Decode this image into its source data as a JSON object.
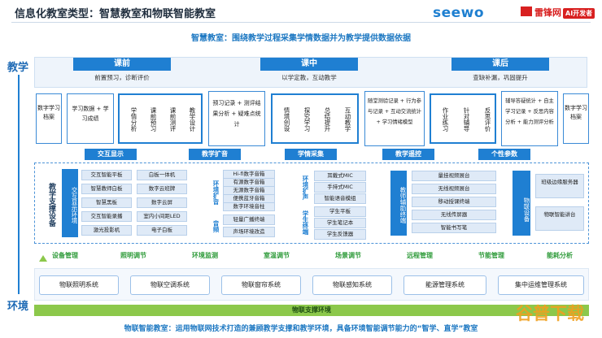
{
  "header": {
    "title": "信息化教室类型：智慧教室和物联智能教室",
    "brand_seewo": "seewo",
    "brand_leifeng": "雷锋网",
    "brand_leifeng_badge": "AI开发者"
  },
  "smart_subtitle": "智慧教室：围绕教学过程采集学情数据并为教学提供数据依据",
  "side_labels": {
    "teaching": "教学",
    "environment": "环境"
  },
  "phases": [
    {
      "name": "课前",
      "desc": "前置预习，诊断评价"
    },
    {
      "name": "课中",
      "desc": "以学定教，互动教学"
    },
    {
      "name": "课后",
      "desc": "查缺补漏，巩固提升"
    }
  ],
  "flow": {
    "data_left": "数字学习档案",
    "pre_small": "学习数据 + 学习成绩",
    "pre_items": [
      "学情分析",
      "课前预习",
      "课前测评",
      "教学设计"
    ],
    "mid_small": "预习记录 + 测评结果分析 + 疑难点统计",
    "mid_items": [
      "情境创设",
      "探究学习",
      "总结提升",
      "互动教学"
    ],
    "post_small": "随堂测验记录 + 行为参与记录 + 互动交流统计 + 学习情绪模型",
    "post_items": [
      "作业练习",
      "针对辅导",
      "反思评价"
    ],
    "post_small2": "辅导答疑统计 + 自主学习记录 + 反思内容分析 + 能力测评分析",
    "data_right": "数字学习档案"
  },
  "tags": [
    "交互显示",
    "教学扩音",
    "学情采集",
    "教学遥控",
    "个性参数"
  ],
  "support": {
    "title": "教学支撑设备",
    "interactive": {
      "label": "交互显示环境",
      "col1": [
        "交互智能平板",
        "智慧教师白板",
        "智慧黑板",
        "交互智能录播",
        "激光投影机"
      ],
      "col2": [
        "白板一体机",
        "数字云班牌",
        "数字云屏",
        "室内小间距LED",
        "电子白板"
      ]
    },
    "audio": {
      "label1": "环境扩音",
      "items1": [
        "Hi-fi数字音箱",
        "有源数字音箱",
        "无源数字音箱",
        "便携蓝牙音箱",
        "数字环境音柱"
      ],
      "label2": "音频",
      "items2": [
        "轻量广播终端",
        "声场环境改造"
      ]
    },
    "collect": {
      "label1": "环境扩声",
      "items1": [
        "耳戴式MIC",
        "手持式MIC",
        "智能语音模组"
      ],
      "label2": "学生终端",
      "items2": [
        "学生平板",
        "学生笔记本",
        "学生反馈器"
      ]
    },
    "remote": {
      "label": "教师辅助终端",
      "items": [
        "量挂视频展台",
        "无线视频展台",
        "移动授课终端",
        "无线传屏器",
        "智能书写笔"
      ]
    },
    "iot": {
      "label": "物联设备",
      "items": [
        "班级边缘服务器",
        "物联智能讲台"
      ]
    }
  },
  "env_tags": [
    "设备管理",
    "照明调节",
    "环境监测",
    "室温调节",
    "场景调节",
    "远程管理",
    "节能管理",
    "能耗分析"
  ],
  "systems": [
    "物联照明系统",
    "物联空调系统",
    "物联窗帘系统",
    "物联感知系统",
    "能源管理系统",
    "集中运维管理系统"
  ],
  "iot_support": "物联支撑环境",
  "bottom_text": "物联智能教室：运用物联网技术打造的兼顾教学支撑和教学环境，具备环境智能调节能力的“智学、直学”教室",
  "watermark": "谷普下载",
  "colors": {
    "primary": "#1f7fd2",
    "accent_green": "#2f9b3a",
    "brand_red": "#d82020"
  }
}
